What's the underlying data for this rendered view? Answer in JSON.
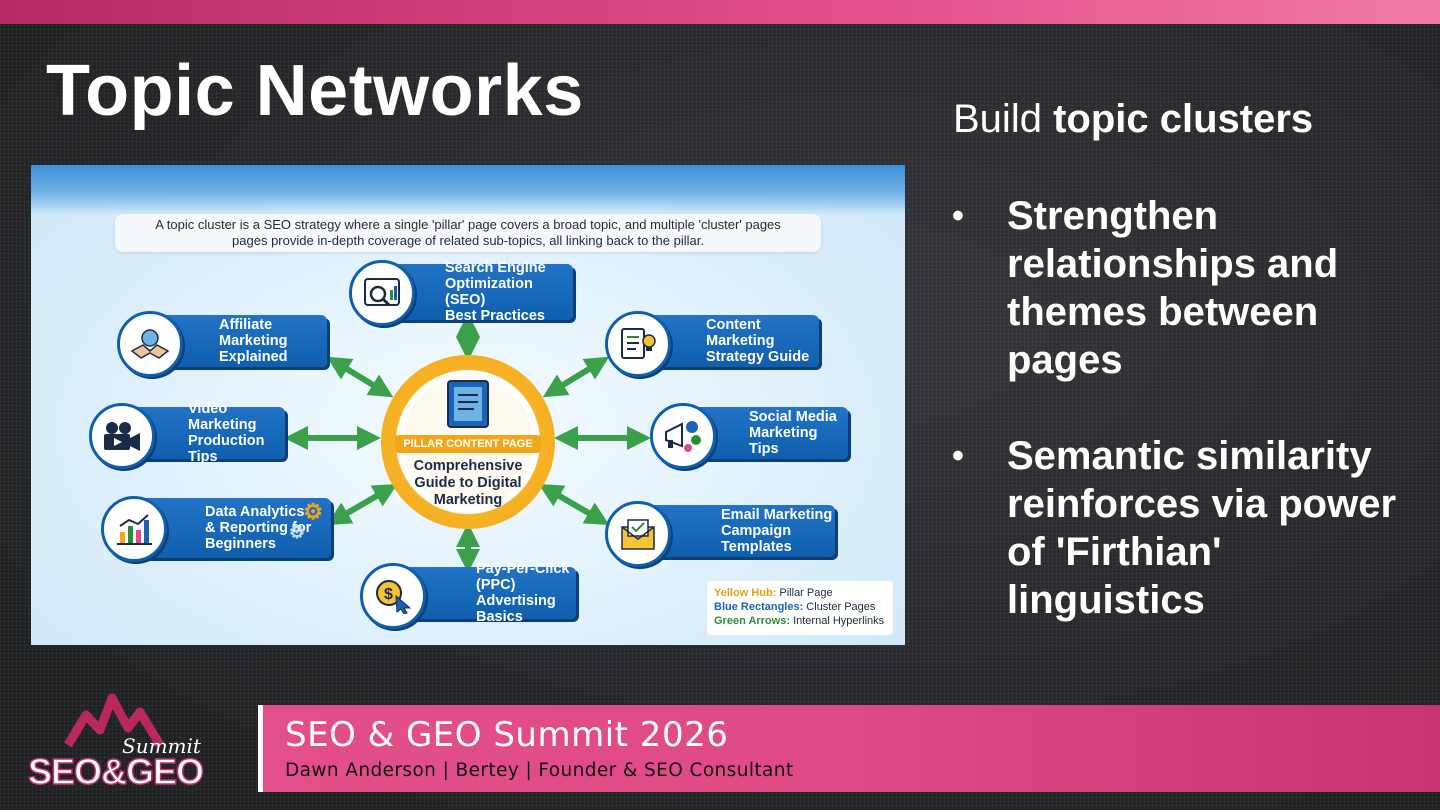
{
  "title": "Topic Networks",
  "lead": {
    "prefix": "Build ",
    "strong": "topic clusters"
  },
  "bullets": [
    {
      "symbol": "•",
      "text": "Strengthen relationships and themes between pages"
    },
    {
      "symbol": "•",
      "text": "Semantic similarity reinforces via power of 'Firthian' linguistics"
    }
  ],
  "infographic": {
    "intro_line1": "A topic cluster is a SEO strategy where a single 'pillar' page covers a broad topic, and multiple 'cluster' pages",
    "intro_line2": "pages provide in-depth coverage of related sub-topics, all linking back to the pillar.",
    "hub_badge": "PILLAR CONTENT PAGE",
    "hub_line1": "Comprehensive",
    "hub_line2": "Guide to Digital",
    "hub_line3": "Marketing",
    "clusters": {
      "seo": [
        "Search Engine",
        "Optimization (SEO)",
        "Best Practices"
      ],
      "affiliate": [
        "Affiliate Marketing",
        "Explained"
      ],
      "content": [
        "Content Marketing",
        "Strategy Guide"
      ],
      "video": [
        "Video Marketing",
        "Production Tips"
      ],
      "social": [
        "Social Media",
        "Marketing Tips"
      ],
      "data": [
        "Data Analytics",
        "& Reporting for",
        "Beginners"
      ],
      "email": [
        "Email Marketing",
        "Campaign Templates"
      ],
      "ppc": [
        "Pay-Per-Click (PPC)",
        "Advertising Basics"
      ]
    },
    "legend": {
      "k1": "Yellow Hub:",
      "v1": " Pillar Page",
      "k2": "Blue Rectangles:",
      "v2": " Cluster Pages",
      "k3": "Green Arrows:",
      "v3": " Internal Hyperlinks"
    },
    "colors": {
      "hub": "#f3a51a",
      "cluster": "#0f5fae",
      "arrow": "#3aa04a"
    }
  },
  "logo": {
    "script": "Summit",
    "wordmark": "SEO&GEO"
  },
  "footer": {
    "event": "SEO & GEO Summit 2026",
    "speaker": "Dawn Anderson | Bertey | Founder & SEO Consultant"
  },
  "colors": {
    "accent": "#e24f89",
    "background": "#242526"
  }
}
